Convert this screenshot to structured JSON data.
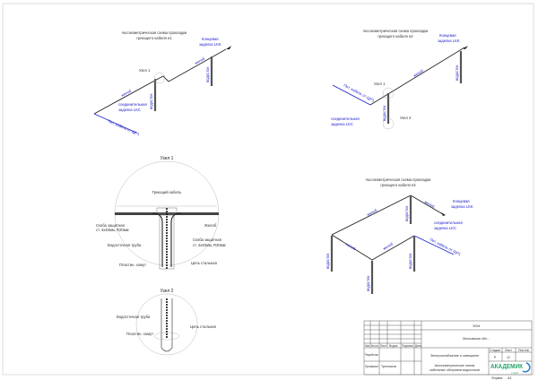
{
  "scheme1": {
    "title1": "Аксонометрическая схема прокладки",
    "title2": "греющего кабеля н1",
    "end_seal1": "Концевая",
    "end_seal2": "заделка LKK",
    "joint_seal1": "соединительная",
    "joint_seal2": "заделка LKC",
    "node": "Узел 1",
    "gutter": "желоб",
    "downpipe": "водосток",
    "supply": "Пит. кабель от ЩР1"
  },
  "scheme2": {
    "title1": "Аксонометрическая схема прокладки",
    "title2": "греющего кабеля н2",
    "end_seal1": "Концевая",
    "end_seal2": "заделка LKK",
    "joint_seal1": "соединительная",
    "joint_seal2": "заделка LKC",
    "node1": "Узел 1",
    "node2": "Узел 2",
    "gutter": "желоб",
    "downpipe": "водосток",
    "supply": "Пит. кабель от ЩР1"
  },
  "scheme3": {
    "title1": "Аксонометрическая схема прокладки",
    "title2": "греющего кабеля н3",
    "end_seal1": "Концевая",
    "end_seal2": "заделка LKK",
    "joint_seal1": "соединительная",
    "joint_seal2": "заделка LKC",
    "gutter": "желоб",
    "downpipe": "водосток",
    "supply": "Пит. кабель от ЩР1"
  },
  "node1": {
    "title": "Узел 1",
    "heating_cable": "Греющий кабель",
    "bracket_left1": "Скоба защитная",
    "bracket_left2": "ст. 4х40мм, R20мм",
    "gutter": "Желоб",
    "downpipe": "Водосточная труба",
    "bracket_right1": "Скоба защитная",
    "bracket_right2": "ст. 4х40мм, R20мм",
    "clamp": "Пластин. хомут",
    "chain": "Цепь стальная"
  },
  "node2": {
    "title": "Узел 2",
    "downpipe": "Водосточная труба",
    "chain": "Цепь стальная",
    "clamp": "Пластин. хомут"
  },
  "title_block": {
    "code": "ЭОМ",
    "address": "Московская обл...",
    "section": "Электроснабжение и освещение",
    "sheet_title1": "Аксонометрические схемы",
    "sheet_title2": "кабельных обогревов водостоков",
    "headers": [
      "Изм.",
      "Кол.уч",
      "Лист",
      "№док",
      "Подпись",
      "Дата"
    ],
    "stage_label": "Стадия",
    "sheet_label": "Лист",
    "sheets_label": "Листов",
    "stage": "Р",
    "sheet": "12",
    "developed": "Разработал",
    "checked": "Проверил",
    "checker_name": "Третьяков",
    "logo1": "АКАДЕМИК",
    "logo2": "строй",
    "format_label": "Формат",
    "format": "А3"
  },
  "colors": {
    "cable": "#2222cc",
    "logo": "#2aa36b"
  }
}
